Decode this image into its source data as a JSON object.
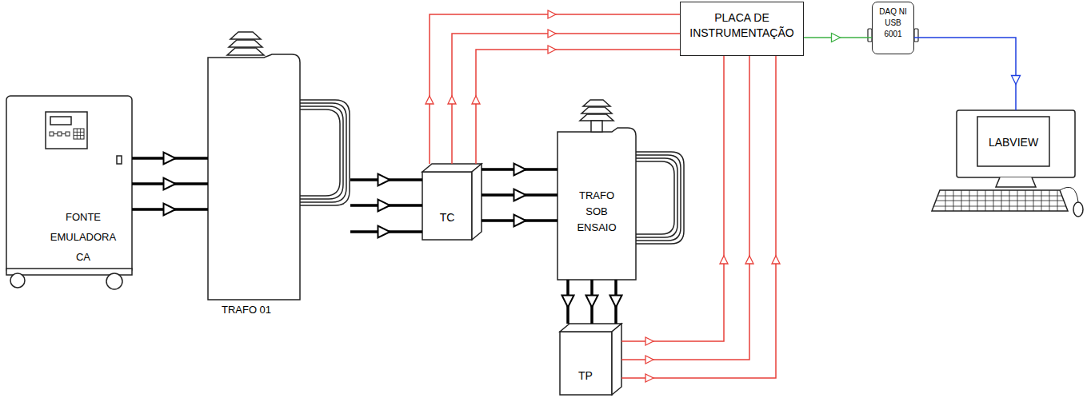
{
  "diagram": {
    "nodes": [
      {
        "text": [
          "FONTE EMULADORA CA"
        ]
      },
      {
        "text": [
          "TRAFO 01"
        ]
      },
      {
        "text": [
          "TC"
        ]
      },
      {
        "text": [
          "TRAFO SOB ENSAIO"
        ]
      },
      {
        "text": [
          "TP"
        ]
      },
      {
        "text": [
          "PLACA DE INSTRUMENTAÇÃO"
        ]
      },
      {
        "text": [
          "DAQ NI USB 6001"
        ]
      },
      {
        "text": [
          "LABVIEW"
        ]
      }
    ],
    "edges": [
      {
        "from": 0,
        "to": 1,
        "arrow": "to"
      },
      {
        "from": 0,
        "to": 1,
        "arrow": "to"
      },
      {
        "from": 0,
        "to": 1,
        "arrow": "to"
      },
      {
        "from": 1,
        "to": 2,
        "arrow": "to"
      },
      {
        "from": 1,
        "to": 2,
        "arrow": "to"
      },
      {
        "from": 1,
        "to": 2,
        "arrow": "to"
      },
      {
        "from": 2,
        "to": 3,
        "arrow": "to"
      },
      {
        "from": 2,
        "to": 3,
        "arrow": "to"
      },
      {
        "from": 2,
        "to": 3,
        "arrow": "to"
      },
      {
        "from": 3,
        "to": 4,
        "arrow": "to"
      },
      {
        "from": 3,
        "to": 4,
        "arrow": "to"
      },
      {
        "from": 3,
        "to": 4,
        "arrow": "to"
      },
      {
        "from": 2,
        "to": 5,
        "arrow": "to"
      },
      {
        "from": 2,
        "to": 5,
        "arrow": "to"
      },
      {
        "from": 2,
        "to": 5,
        "arrow": "to"
      },
      {
        "from": 4,
        "to": 5,
        "arrow": "to"
      },
      {
        "from": 4,
        "to": 5,
        "arrow": "to"
      },
      {
        "from": 4,
        "to": 5,
        "arrow": "to"
      },
      {
        "from": 5,
        "to": 6,
        "arrow": "to"
      },
      {
        "from": 6,
        "to": 7,
        "arrow": "to"
      }
    ]
  }
}
